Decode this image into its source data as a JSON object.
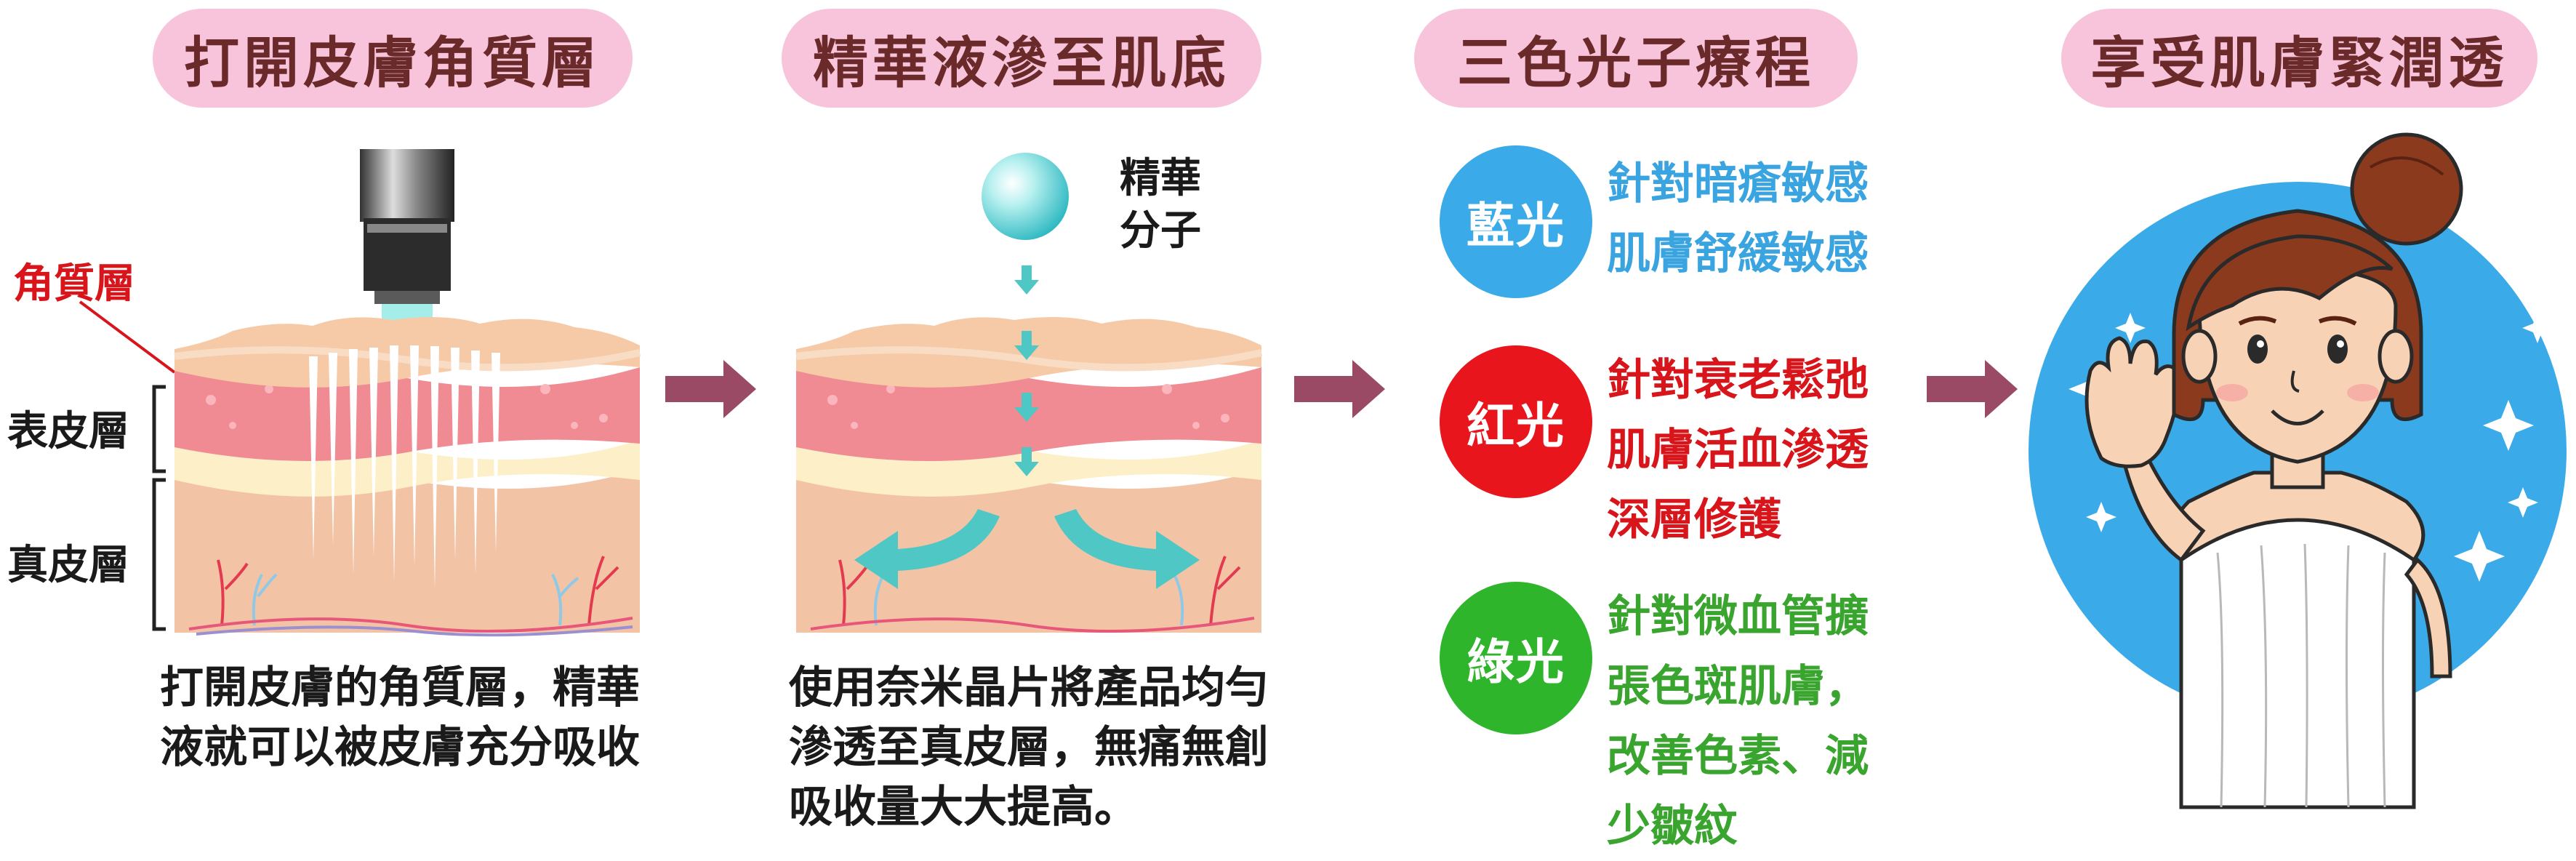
{
  "steps": [
    {
      "title": "打開皮膚角質層"
    },
    {
      "title": "精華液滲至肌底"
    },
    {
      "title": "三色光子療程"
    },
    {
      "title": "享受肌膚緊潤透"
    }
  ],
  "skin_layers": {
    "stratum_corneum": "角質層",
    "epidermis": "表皮層",
    "dermis": "真皮層"
  },
  "essence_label": [
    "精華",
    "分子"
  ],
  "step1_desc": [
    "打開皮膚的角質層，精華",
    "液就可以被皮膚充分吸收"
  ],
  "step2_desc": [
    "使用奈米晶片將產品均勻",
    "滲透至真皮層，無痛無創",
    "吸收量大大提高。"
  ],
  "lights": [
    {
      "name": "藍光",
      "color": "#3aaae8",
      "text_color": "#3aa4e0",
      "desc": [
        "針對暗瘡敏感",
        "肌膚舒緩敏感"
      ]
    },
    {
      "name": "紅光",
      "color": "#e8161c",
      "text_color": "#d8151b",
      "desc": [
        "針對衰老鬆弛",
        "肌膚活血滲透",
        "深層修護"
      ]
    },
    {
      "name": "綠光",
      "color": "#2fb52c",
      "text_color": "#3aa52e",
      "desc": [
        "針對微血管擴",
        "張色斑肌膚，",
        "改善色素、減",
        "少皺紋"
      ]
    }
  ],
  "colors": {
    "pill_bg": "#f7c4dc",
    "pill_text": "#6a2a2a",
    "arrow": "#9b4a66",
    "skin_pink": "#f08a93",
    "skin_peach": "#f3c3a6",
    "cream": "#fdf0c8",
    "corneum_label": "#d8151b"
  }
}
